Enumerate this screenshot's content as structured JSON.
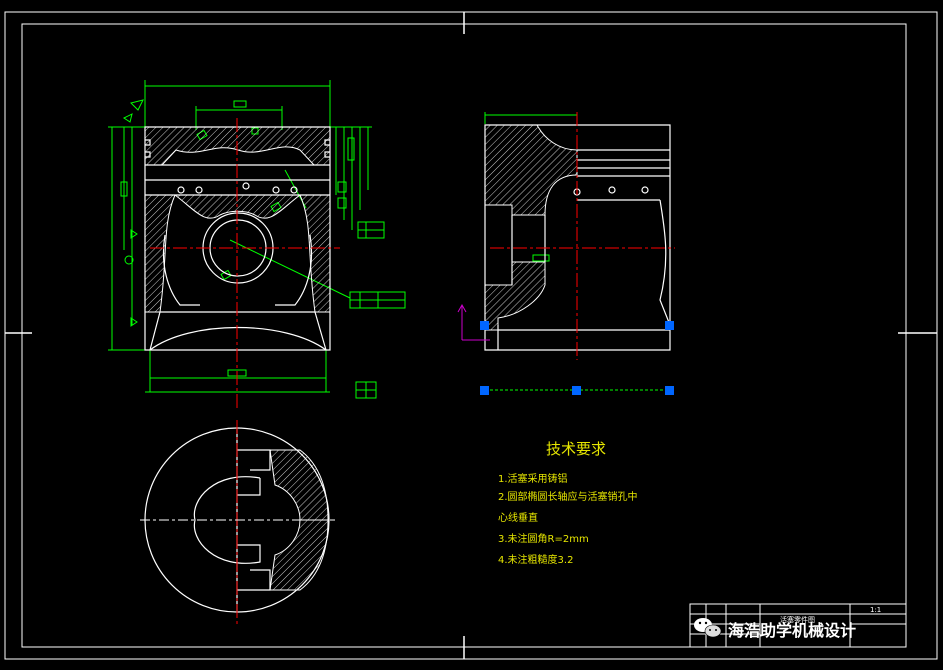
{
  "drawing": {
    "background": "#000000",
    "colors": {
      "outline": "#ffffff",
      "dimension": "#00ff00",
      "centerline": "#ff0000",
      "text": "#ffff00",
      "grip": "#0066ff",
      "ucs": "#cc00cc"
    }
  },
  "technical_requirements": {
    "title": "技术要求",
    "items": [
      "1.活塞采用铸铝",
      "2.圆部椭圆长轴应与活塞销孔中",
      "心线垂直",
      "3.未注圆角R=2mm",
      "4.未注粗糙度3.2"
    ]
  },
  "title_block": {
    "part_name": "活塞零件图",
    "scale": "1:1"
  },
  "watermark": {
    "text": "海浩助学机械设计"
  }
}
